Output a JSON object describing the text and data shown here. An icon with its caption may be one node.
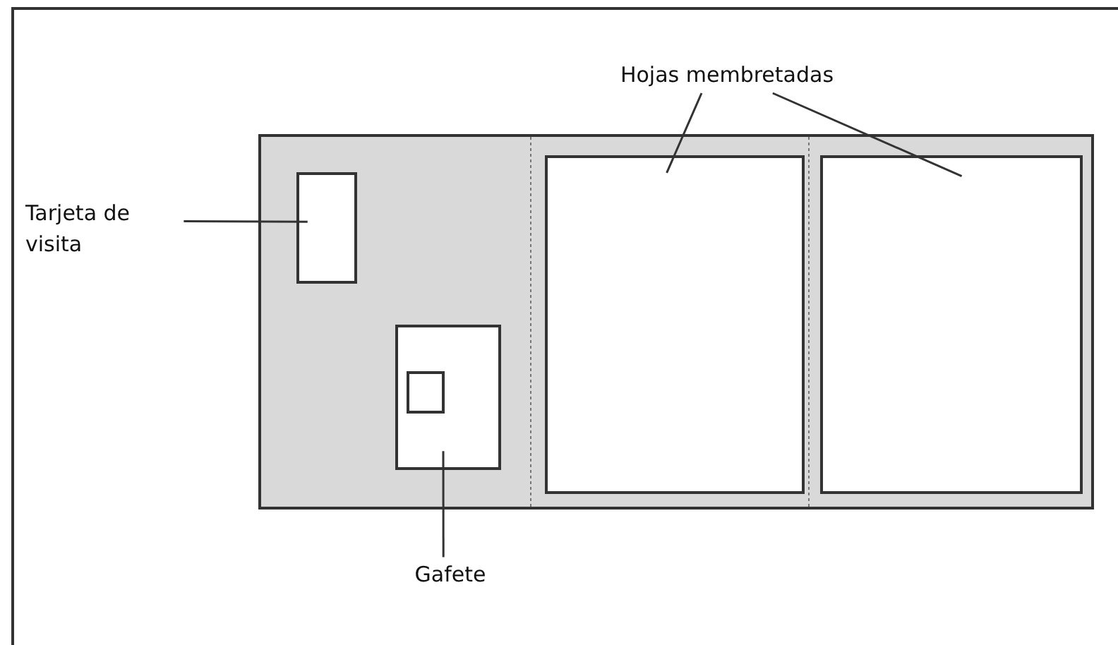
{
  "diagram": {
    "nodes": [
      {
        "text": [
          "Hojas membretadas"
        ]
      },
      {
        "text": [],
        "shape": "box"
      },
      {
        "text": [
          "Tarjeta de visita"
        ]
      },
      {
        "text": [],
        "shape": "box",
        "in": 1
      },
      {
        "text": [],
        "shape": "box",
        "in": 1
      },
      {
        "text": [],
        "shape": "box",
        "in": 4
      },
      {
        "text": [],
        "shape": "box",
        "in": 1
      },
      {
        "text": [],
        "shape": "box",
        "in": 1
      },
      {
        "text": [
          "Gafete"
        ]
      }
    ],
    "edges": [
      {
        "from": 0,
        "to": 6,
        "arrow": "none"
      },
      {
        "from": 0,
        "to": 7,
        "arrow": "none"
      },
      {
        "from": 2,
        "to": 3,
        "arrow": "none"
      },
      {
        "from": 8,
        "to": 4,
        "arrow": "none"
      }
    ]
  }
}
